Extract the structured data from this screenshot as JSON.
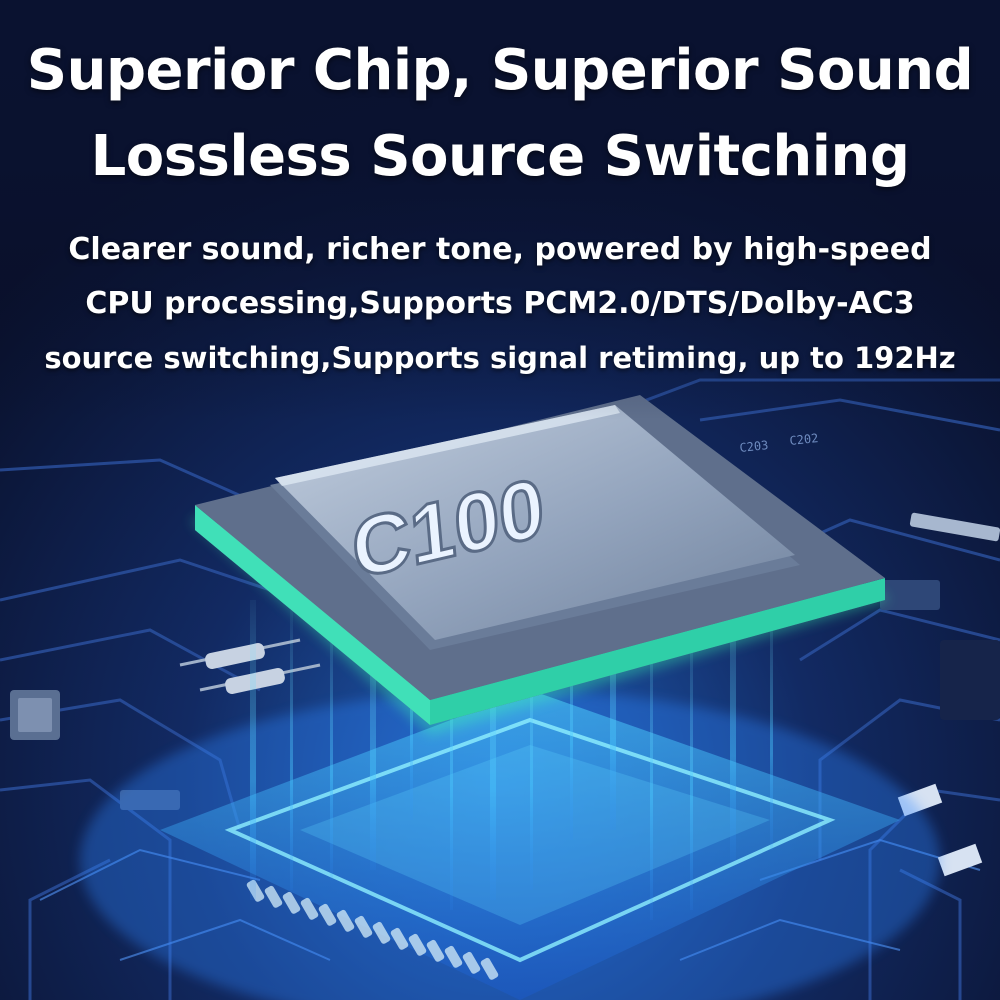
{
  "headline": {
    "line1": "Superior Chip, Superior Sound",
    "line2": "Lossless Source Switching"
  },
  "description": {
    "line1": "Clearer sound, richer tone, powered by high-speed",
    "line2": "CPU processing,Supports PCM2.0/DTS/Dolby-AC3",
    "line3": "source switching,Supports signal retiming, up to 192Hz"
  },
  "chip": {
    "label": "C100"
  },
  "board_labels": {
    "a": "C203",
    "b": "C202"
  },
  "colors": {
    "background": "#0b1330",
    "glow": "#38d9ff",
    "accent_green": "#3dffb0",
    "chip_top": "#9fb0c8"
  }
}
